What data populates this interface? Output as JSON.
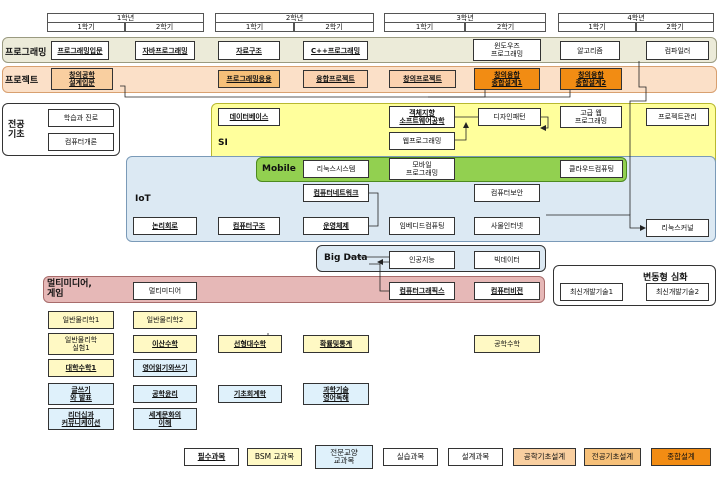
{
  "header": {
    "years": [
      "1학년",
      "2학년",
      "3학년",
      "4학년"
    ],
    "semesters": [
      "1학기",
      "2학기"
    ]
  },
  "bands": {
    "programming": "프로그래밍",
    "project": "프로젝트",
    "major_basics": "전공\n기초",
    "si": "SI",
    "mobile": "Mobile",
    "iot": "IoT",
    "bigdata": "Big Data",
    "multimedia": "멀티미디어,\n게임",
    "advanced": "변동형 심화"
  },
  "courses": {
    "prog_intro": "프로그래밍입문",
    "java": "자바프로그래밍",
    "data_struct": "자료구조",
    "cpp": "C++프로그래밍",
    "windows": "윈도우즈\n프로그래밍",
    "algorithm": "알고리즘",
    "compiler": "컴파일러",
    "creative_eng_intro": "창의공학\n설계입문",
    "prog_apply": "프로그래밍응용",
    "fusion_project": "융합프로젝트",
    "creative_project": "창의프로젝트",
    "capstone1": "창의융합\n종합설계1",
    "capstone2": "창의융합\n종합설계2",
    "study_career": "학습과 진로",
    "cs_intro": "컴퓨터개론",
    "database": "데이터베이스",
    "oop_se": "객체지향\n소프트웨어공학",
    "design_pattern": "디자인패턴",
    "adv_web": "고급 웹\n프로그래밍",
    "project_mgmt": "프로젝트관리",
    "web_prog": "웹프로그래밍",
    "linux_sys": "리눅스시스템",
    "mobile_prog": "모바일\n프로그래밍",
    "cloud": "클라우드컴퓨팅",
    "network": "컴퓨터네트워크",
    "security": "컴퓨터보안",
    "logic_circuit": "논리회로",
    "architecture": "컴퓨터구조",
    "os": "운영체제",
    "embedded": "임베디드컴퓨팅",
    "iot_course": "사물인터넷",
    "linux_kernel": "리눅스커널",
    "ai": "인공지능",
    "bigdata_course": "빅데이터",
    "multimedia_course": "멀티미디어",
    "graphics": "컴퓨터그래픽스",
    "vision": "컴퓨터비전",
    "adv_tech1": "최신개발기술1",
    "adv_tech2": "최신개발기술2",
    "physics1": "일반물리학1",
    "physics2": "일반물리학2",
    "physics_lab": "일반물리학\n실험1",
    "discrete_math": "이산수학",
    "linear_algebra": "선형대수학",
    "probability": "확률및통계",
    "eng_math": "공학수학",
    "calculus1": "대학수학1",
    "english_reading": "영어읽기와쓰기",
    "writing": "글쓰기\n와 발표",
    "eng_ethics": "공학윤리",
    "basic_accounting": "기초회계학",
    "science_english": "과학기술\n영어독해",
    "leadership": "리더십과\n커뮤니케이션",
    "world_culture": "세계문화의\n이해"
  },
  "legend": [
    "필수과목",
    "BSM 교과목",
    "전문교양\n교과목",
    "실습과목",
    "설계과목",
    "공학기초설계",
    "전공기초설계",
    "종합설계"
  ],
  "colors": {
    "programming_band": "#ecebd9",
    "project_band": "#fbe0c8",
    "si_band": "#ffff9c",
    "mobile_band": "#92d050",
    "iot_band": "#dce9f3",
    "bigdata_band": "#dce9f3",
    "multimedia_band": "#e6b8b7",
    "design_box": "#fbd2b0",
    "basic_design_box": "#f6c079",
    "capstone_box": "#f28c13"
  }
}
